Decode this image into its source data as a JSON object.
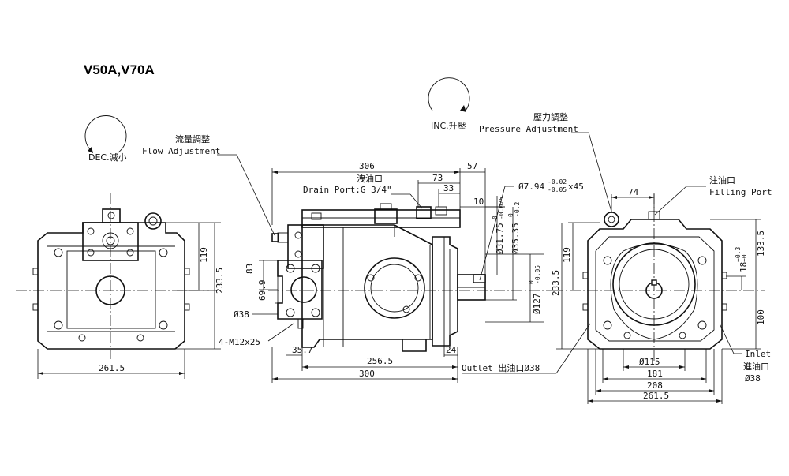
{
  "title": "V50A,V70A",
  "dec": {
    "label": "DEC.減小"
  },
  "inc": {
    "label": "INC.升壓"
  },
  "flow": {
    "zh": "流量調整",
    "en": "Flow Adjustment"
  },
  "pressure": {
    "zh": "壓力調整",
    "en": "Pressure Adjustment"
  },
  "drain": {
    "zh": "洩油口",
    "en": "Drain Port:G 3/4\""
  },
  "filling": {
    "zh": "注油口",
    "en": "Filling Port"
  },
  "outlet": {
    "label": "Outlet 出油口Ø38"
  },
  "inlet": {
    "en": "Inlet",
    "zh": "進油口",
    "size": "Ø38"
  },
  "key": {
    "base": "Ø7.94",
    "upper": "-0.02",
    "lower": "-0.05",
    "suffix": "x45"
  },
  "dims": {
    "d306": "306",
    "d57": "57",
    "d73": "73",
    "d33": "33",
    "d10": "10",
    "d83": "83",
    "d699": "69.9",
    "d38": "Ø38",
    "m12": "4-M12x25",
    "d357": "35.7",
    "d2565": "256.5",
    "d24": "24",
    "d300": "300",
    "d3175": "Ø31.75",
    "d3175_tol_u": "0",
    "d3175_tol_l": "-0.025",
    "d353": "Ø35.35",
    "d353_tol_u": "0",
    "d353_tol_l": "-0.2",
    "d127": "Ø127",
    "d127_tol_u": "0",
    "d127_tol_l": "-0.05",
    "left_119": "119",
    "left_2335": "233.5",
    "left_2615": "261.5",
    "r74": "74",
    "r119": "119",
    "r2335": "233.5",
    "r1335": "133.5",
    "r18": "18",
    "r18_tol_u": "+0.3",
    "r18_tol_l": "+0",
    "r100": "100",
    "r115": "Ø115",
    "r181": "181",
    "r208": "208",
    "r2615": "261.5"
  }
}
